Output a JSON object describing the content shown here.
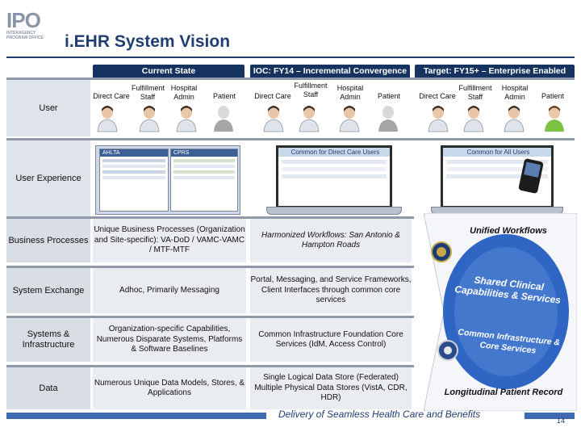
{
  "header": {
    "logo_text": "IPO",
    "logo_sub_1": "INTERAGENCY",
    "logo_sub_2": "PROGRAM OFFICE",
    "title": "i.EHR System Vision"
  },
  "columns": [
    {
      "heading": "Current State",
      "labels": {
        "direct_care": "Direct Care",
        "fulfillment": "Fulfillment Staff",
        "hospital": "Hospital Admin",
        "patient": "Patient"
      }
    },
    {
      "heading": "IOC: FY14 – Incremental Convergence",
      "labels": {
        "direct_care": "Direct Care",
        "fulfillment": "Fulfillment Staff",
        "hospital": "Hospital Admin",
        "patient": "Patient"
      }
    },
    {
      "heading": "Target: FY15+ – Enterprise Enabled",
      "labels": {
        "direct_care": "Direct Care",
        "fulfillment": "Fulfillment Staff",
        "hospital": "Hospital Admin",
        "patient": "Patient"
      }
    }
  ],
  "rows": {
    "user": "User",
    "user_experience": "User Experience",
    "business_processes": "Business Processes",
    "system_exchange": "System Exchange",
    "systems_infrastructure": "Systems & Infrastructure",
    "data": "Data"
  },
  "screenshots": {
    "current_a": "AHLTA",
    "current_b": "CPRS",
    "ioc": "Common for Direct Care Users",
    "target": "Common for All Users"
  },
  "cells": {
    "current": {
      "business": "Unique Business Processes (Organization and Site-specific): VA-DoD / VAMC-VAMC / MTF-MTF",
      "exchange": "Adhoc, Primarily Messaging",
      "infrastructure": "Organization-specific Capabilities, Numerous Disparate Systems, Platforms & Software Baselines",
      "data": "Numerous Unique Data Models, Stores, & Applications"
    },
    "ioc": {
      "business": "Harmonized Workflows: San Antonio & Hampton Roads",
      "exchange": "Portal, Messaging, and Service Frameworks, Client Interfaces through common core services",
      "infrastructure": "Common Infrastructure Foundation Core Services (IdM, Access Control)",
      "data": "Single Logical Data Store (Federated) Multiple Physical Data Stores (VistA, CDR, HDR)"
    }
  },
  "target_diagram": {
    "workflows": "Unified Workflows",
    "clinical": "Shared Clinical Capabilities & Services",
    "infrastructure": "Common Infrastructure & Core Services",
    "record": "Longitudinal Patient Record"
  },
  "footer": {
    "text": "Delivery of Seamless Health Care and Benefits",
    "page": "14"
  },
  "colors": {
    "navy": "#16335f",
    "title": "#1f3f73",
    "accent_blue": "#3f6ab2"
  }
}
